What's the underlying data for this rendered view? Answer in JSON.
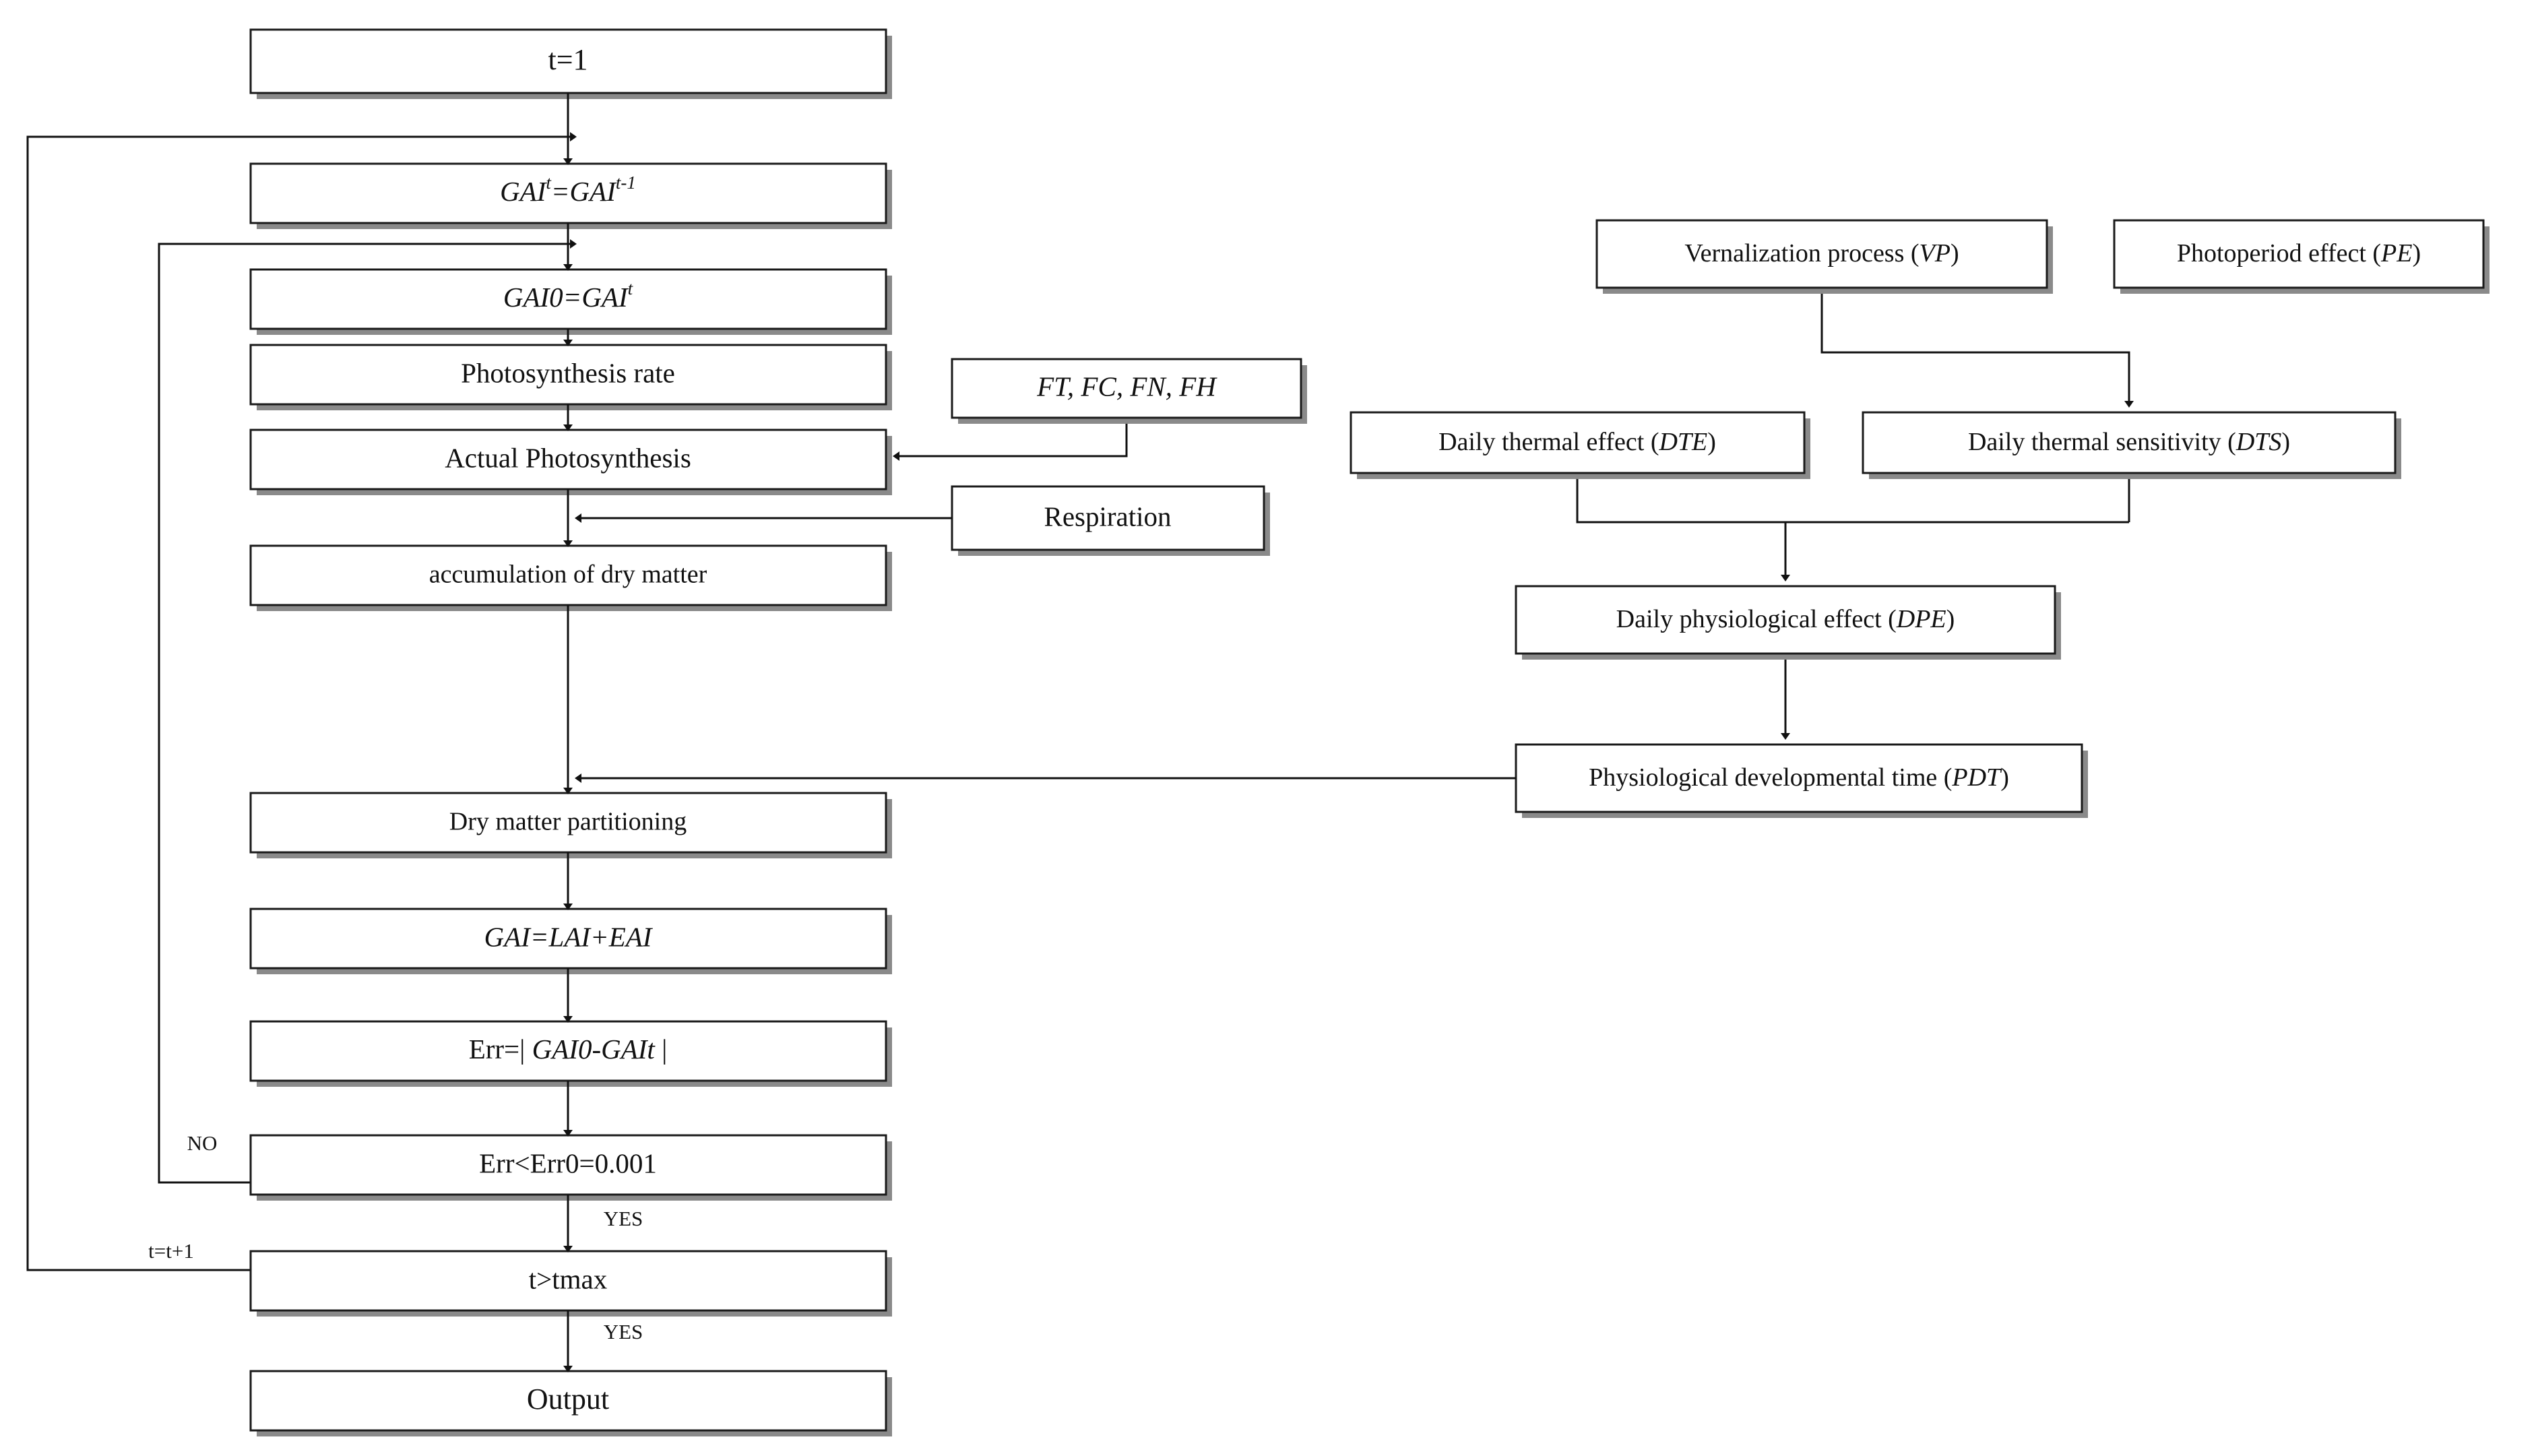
{
  "diagram": {
    "title": "Crop growth and physiological development model flowchart",
    "type": "flowchart"
  },
  "main_flow": {
    "nodes": [
      {
        "id": "t1",
        "label": "t=1",
        "italic": false
      },
      {
        "id": "gai_t",
        "label": "GAIt=GAIt-1",
        "italic": true,
        "parts": [
          {
            "text": "GAI",
            "sup": "t"
          },
          {
            "text": "=GAI",
            "sup": "t-1"
          }
        ]
      },
      {
        "id": "gai0",
        "label": "GAI0=GAIt",
        "italic": true,
        "parts": [
          {
            "text": "GAI0=GAI",
            "sup": "t"
          }
        ]
      },
      {
        "id": "photo_rate",
        "label": "Photosynthesis rate",
        "italic": false
      },
      {
        "id": "act_photo",
        "label": "Actual Photosynthesis",
        "italic": false
      },
      {
        "id": "accum",
        "label": "accumulation of dry matter",
        "italic": false
      },
      {
        "id": "partition",
        "label": "Dry matter partitioning",
        "italic": false
      },
      {
        "id": "gai_lai",
        "label": "GAI=LAI+EAI",
        "italic": true
      },
      {
        "id": "err_calc",
        "label": "Err=| GAI0-GAIt |",
        "italic": false,
        "plain_prefix": "Err=| ",
        "italic_mid": "GAI0-GAIt",
        "plain_suffix": " |"
      },
      {
        "id": "err_test",
        "label": "Err<Err0=0.001",
        "italic": false
      },
      {
        "id": "t_test",
        "label": "t>tmax",
        "italic": false
      },
      {
        "id": "output",
        "label": "Output",
        "italic": false
      }
    ]
  },
  "side_inputs": {
    "nodes": [
      {
        "id": "factors",
        "label": "FT, FC, FN, FH",
        "italic": true
      },
      {
        "id": "respiration",
        "label": "Respiration",
        "italic": false
      }
    ]
  },
  "development_branch": {
    "nodes": [
      {
        "id": "vp",
        "label": "Vernalization process (VP)",
        "abbrev": "VP",
        "prefix": "Vernalization process (",
        "suffix": ")"
      },
      {
        "id": "pe",
        "label": "Photoperiod effect (PE)",
        "abbrev": "PE",
        "prefix": "Photoperiod effect (",
        "suffix": ")"
      },
      {
        "id": "dte",
        "label": "Daily thermal effect (DTE)",
        "abbrev": "DTE",
        "prefix": "Daily thermal effect (",
        "suffix": ")"
      },
      {
        "id": "dts",
        "label": "Daily thermal sensitivity (DTS)",
        "abbrev": "DTS",
        "prefix": "Daily thermal sensitivity (",
        "suffix": ")"
      },
      {
        "id": "dpe",
        "label": "Daily physiological effect (DPE)",
        "abbrev": "DPE",
        "prefix": "Daily physiological effect (",
        "suffix": ")"
      },
      {
        "id": "pdt",
        "label": "Physiological developmental time (PDT)",
        "abbrev": "PDT",
        "prefix": "Physiological developmental time (",
        "suffix": ")"
      }
    ]
  },
  "edge_labels": {
    "no": "NO",
    "yes_err": "YES",
    "yes_time": "YES",
    "t_increment": "t=t+1"
  },
  "colors": {
    "box_stroke": "#1a1a1a",
    "box_fill": "#ffffff",
    "shadow": "#8a8a8a",
    "connector": "#111111",
    "text": "#111111",
    "background": "#ffffff"
  }
}
